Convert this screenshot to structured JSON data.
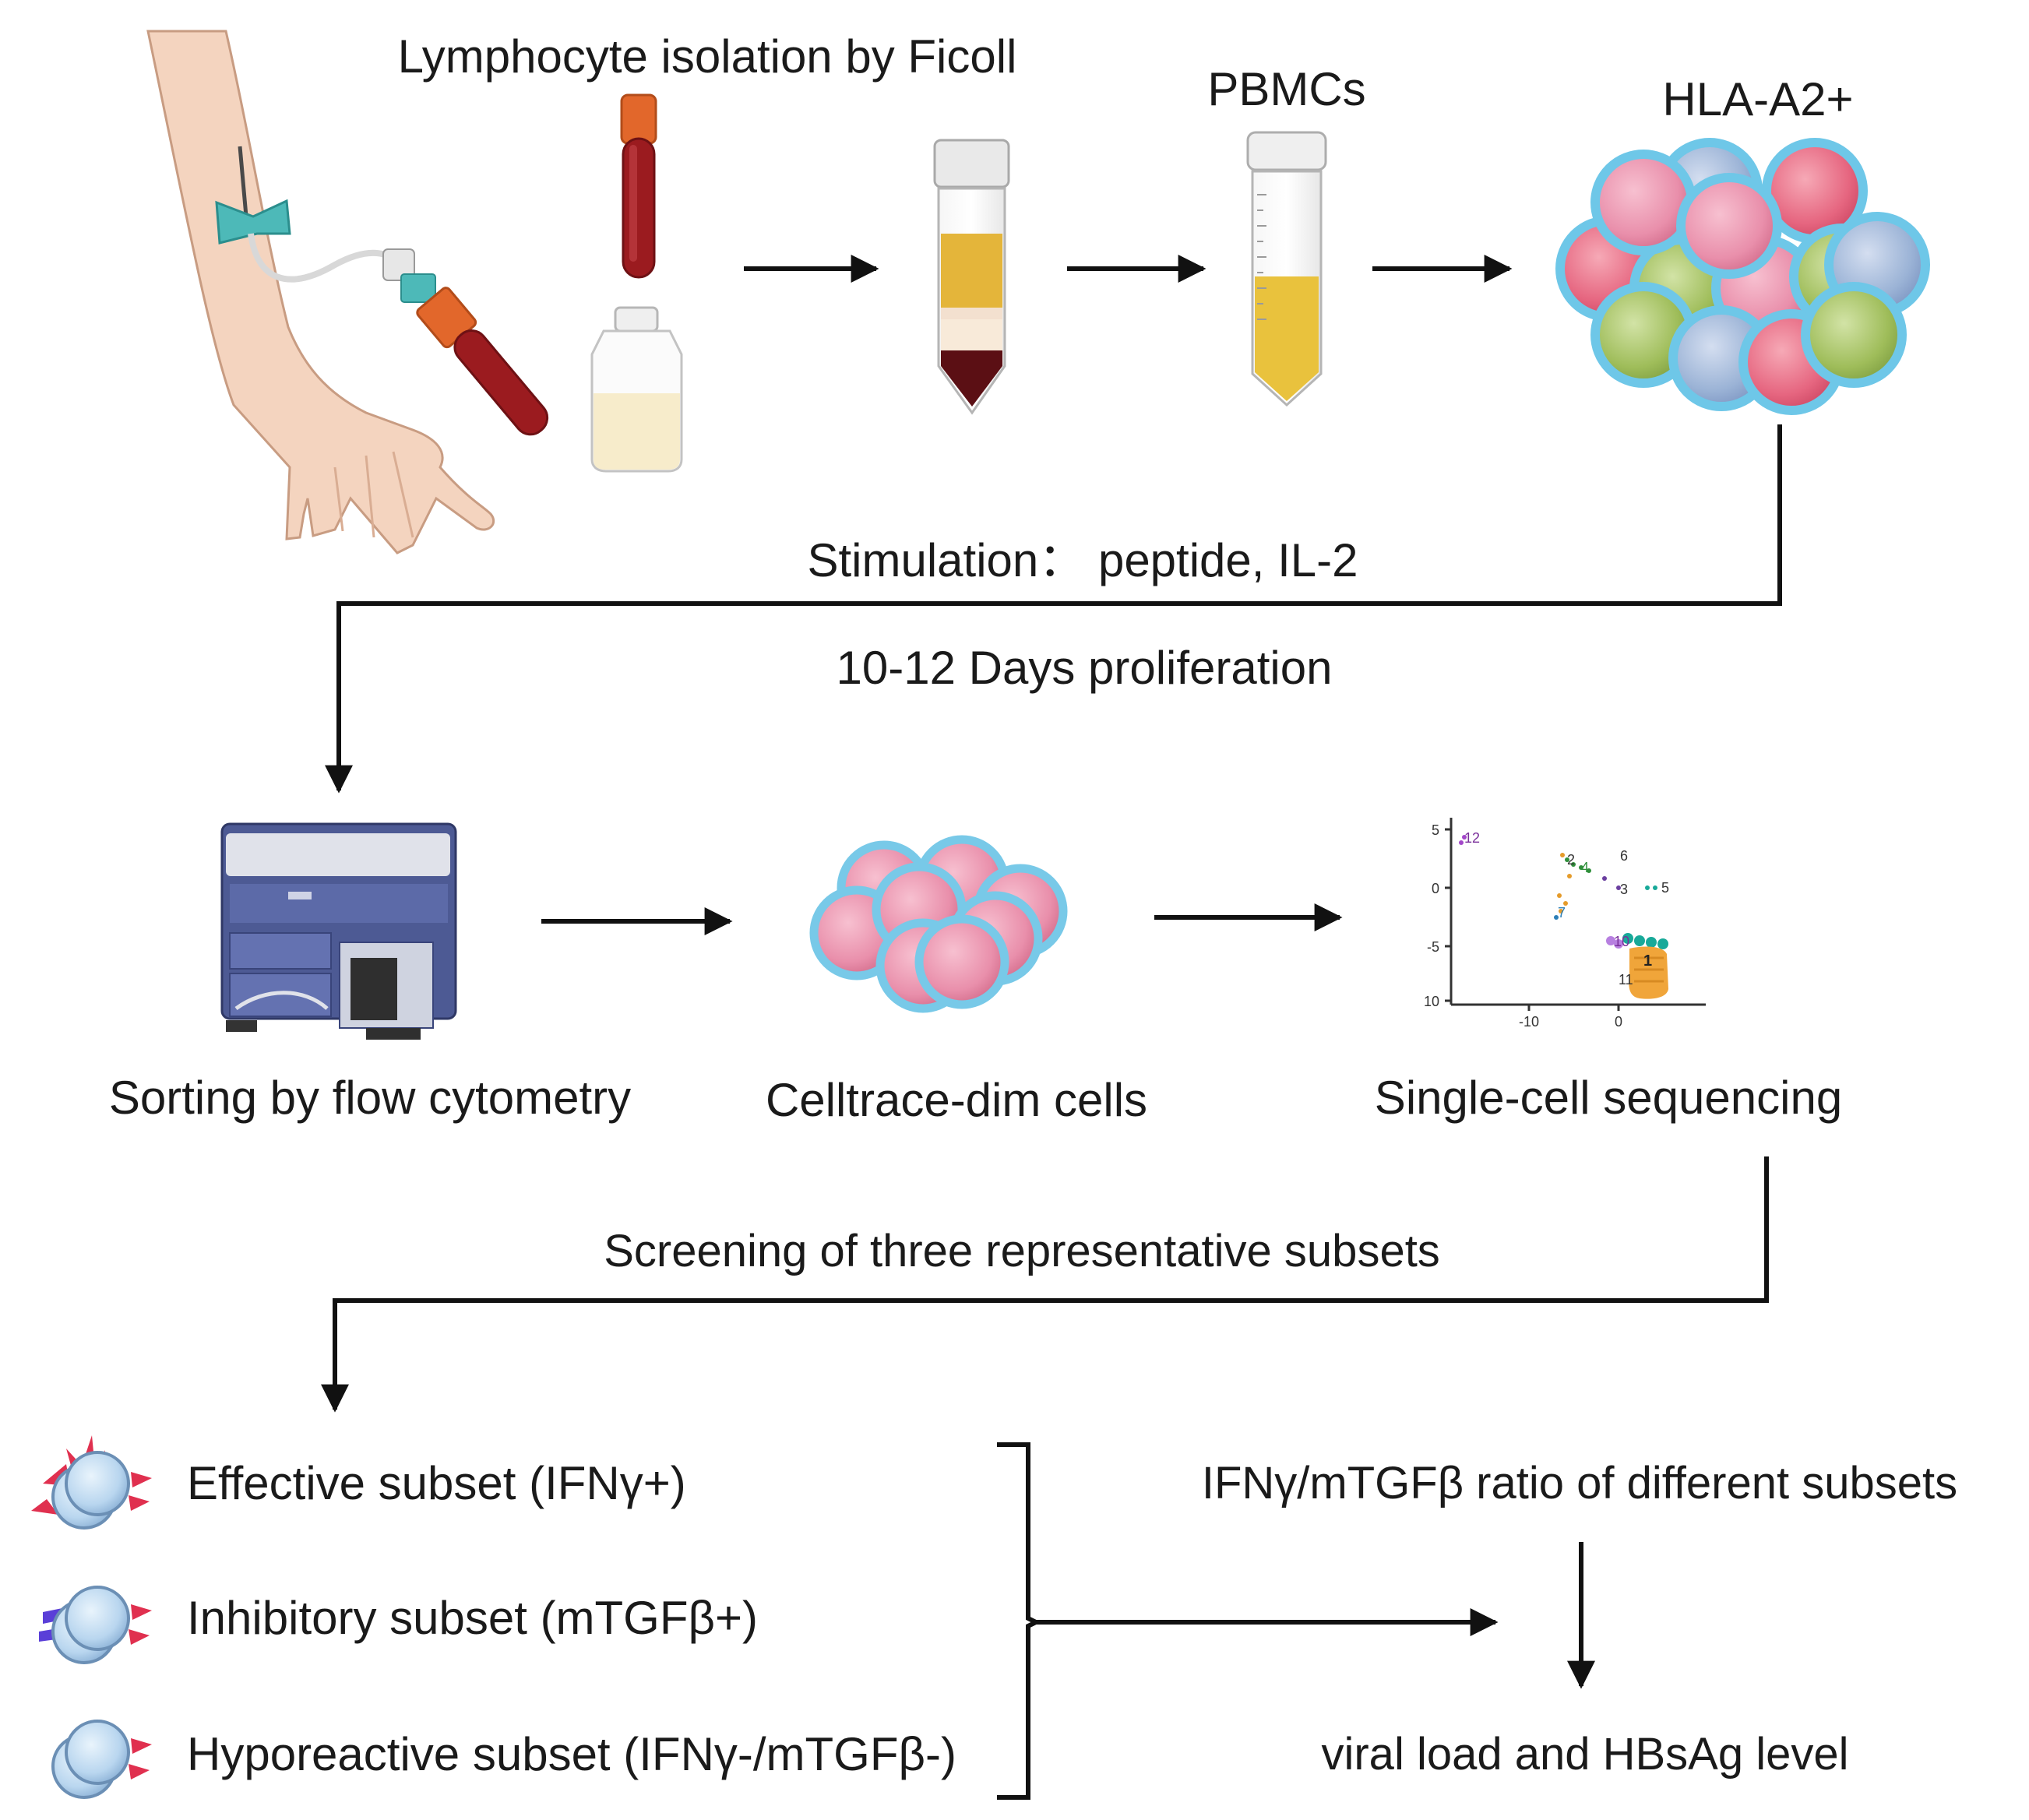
{
  "labels": {
    "ficoll": "Lymphocyte isolation by Ficoll",
    "pbmcs": "PBMCs",
    "hla": "HLA-A2+",
    "stimulation": "Stimulation： peptide, IL-2",
    "proliferation": "10-12 Days proliferation",
    "sorting": "Sorting by flow cytometry",
    "celltrace": "Celltrace-dim cells",
    "scseq": "Single-cell sequencing",
    "screening": "Screening of three representative subsets",
    "ratio": "IFNγ/mTGFβ ratio of different subsets",
    "outcome": "viral load and HBsAg level"
  },
  "subsets": [
    {
      "label": "Effective subset (IFNγ+)",
      "icon": "effective-cell-icon"
    },
    {
      "label": "Inhibitory subset (mTGFβ+)",
      "icon": "inhibitory-cell-icon"
    },
    {
      "label": "Hyporeactive subset (IFNγ-/mTGFβ-)",
      "icon": "hyporeactive-cell-icon"
    }
  ],
  "umap": {
    "y_ticks": [
      "5",
      "0",
      "-5",
      "10"
    ],
    "x_ticks": [
      "-10",
      "0"
    ],
    "cluster_labels": [
      "12",
      "2",
      "4",
      "6",
      "3",
      "5",
      "7",
      "10",
      "1",
      "11"
    ]
  },
  "colors": {
    "line": "#111111",
    "blood": "#9b1b1f",
    "tube_cap": "#e2672b",
    "needle": "#4db9b8",
    "plasma": "#e9c23d",
    "cell_pink": "#e98fab",
    "cell_blue": "#9bb3d6",
    "cell_green": "#9fbd5a",
    "cell_rim": "#6ec7e8",
    "machine": "#4d5a94",
    "effective_marker": "#e0304f",
    "inhibitory_marker": "#5a3fd8"
  }
}
